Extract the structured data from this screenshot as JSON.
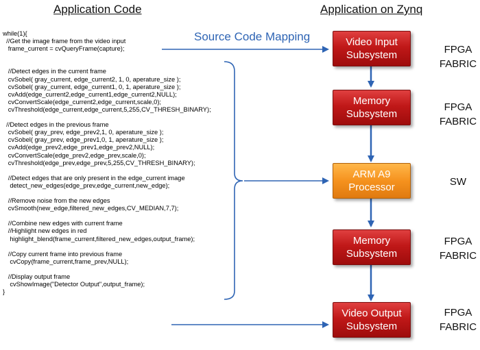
{
  "headers": {
    "left": "Application Code",
    "right": "Application on Zynq"
  },
  "mapping_label": "Source Code Mapping",
  "code_lines": [
    "while(1){",
    "  //Get the image frame from the video input",
    "   frame_current = cvQueryFrame(capture);",
    "",
    "",
    "   //Detect edges in the current frame",
    "   cvSobel( gray_current, edge_current2, 1, 0, aperature_size );",
    "   cvSobel( gray_current, edge_current1, 0, 1, aperature_size );",
    "   cvAdd(edge_current2,edge_current1,edge_current2,NULL);",
    "   cvConvertScale(edge_current2,edge_current,scale,0);",
    "   cvThreshold(edge_current,edge_current,5,255,CV_THRESH_BINARY);",
    "",
    "  //Detect edges in the previous frame",
    "   cvSobel( gray_prev, edge_prev2,1, 0, aperature_size );",
    "   cvSobel( gray_prev, edge_prev1,0, 1, aperature_size );",
    "   cvAdd(edge_prev2,edge_prev1,edge_prev2,NULL);",
    "   cvConvertScale(edge_prev2,edge_prev,scale,0);",
    "   cvThreshold(edge_prev,edge_prev,5,255,CV_THRESH_BINARY);",
    "",
    "   //Detect edges that are only present in the edge_current image",
    "    detect_new_edges(edge_prev,edge_current,new_edge);",
    "",
    "   //Remove noise from the new edges",
    "   cvSmooth(new_edge,filtered_new_edges,CV_MEDIAN,7,7);",
    "",
    "   //Combine new edges with current frame",
    "   //Highlight new edges in red",
    "    highlight_blend(frame_current,filtered_new_edges,output_frame);",
    "",
    "   //Copy current frame into previous frame",
    "    cvCopy(frame_current,frame_prev,NULL);",
    "",
    "   //Display output frame",
    "    cvShowImage(\"Detector Output\",output_frame);",
    "}"
  ],
  "blocks": [
    {
      "line1": "Video Input",
      "line2": "Subsystem",
      "target1": "FPGA",
      "target2": "FABRIC",
      "color": "#c01818"
    },
    {
      "line1": "Memory",
      "line2": "Subsystem",
      "target1": "FPGA",
      "target2": "FABRIC",
      "color": "#c01818"
    },
    {
      "line1": "ARM A9",
      "line2": "Processor",
      "target1": "SW",
      "target2": "",
      "color": "#f5921e"
    },
    {
      "line1": "Memory",
      "line2": "Subsystem",
      "target1": "FPGA",
      "target2": "FABRIC",
      "color": "#c01818"
    },
    {
      "line1": "Video Output",
      "line2": "Subsystem",
      "target1": "FPGA",
      "target2": "FABRIC",
      "color": "#c01818"
    }
  ],
  "colors": {
    "arrow": "#2e64b4",
    "brace": "#2e64b4",
    "block_border": "#7a1010"
  }
}
